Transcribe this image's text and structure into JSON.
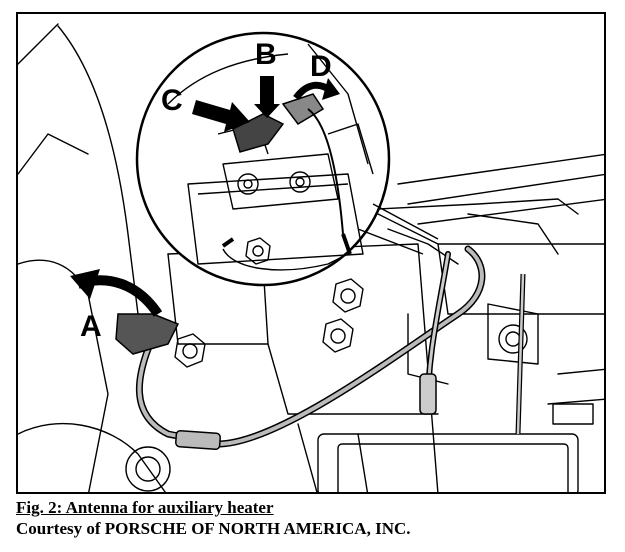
{
  "figure": {
    "caption_title": "Fig. 2: Antenna for auxiliary heater",
    "caption_credit": "Courtesy of PORSCHE OF NORTH AMERICA, INC.",
    "callouts": {
      "a": "A",
      "b": "B",
      "c": "C",
      "d": "D"
    }
  }
}
